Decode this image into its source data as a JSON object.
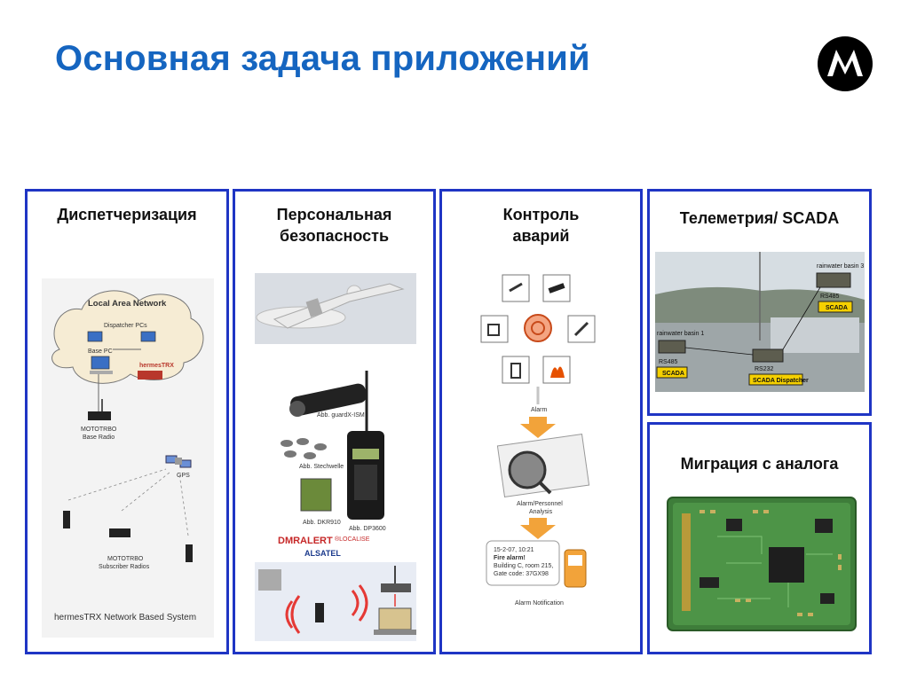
{
  "slide": {
    "title": "Основная задача приложений",
    "logo": "motorola-logo"
  },
  "panels": {
    "dispatch": {
      "title": "Диспетчеризация",
      "diagram": {
        "cloud_label": "Local Area Network",
        "dispatcher_pcs": "Dispatcher PCs",
        "base_pc": "Base PC",
        "hermes_box": "hermesTRX",
        "base_radio_1": "MOTOTRBO",
        "base_radio_2": "Base Radio",
        "gps": "GPS",
        "subscriber_1": "MOTOTRBO",
        "subscriber_2": "Subscriber Radios",
        "footer": "hermesTRX Network Based System"
      }
    },
    "safety": {
      "title_line1": "Персональная",
      "title_line2": "безопасность",
      "labels": {
        "guard": "Abb. guardX-ISM",
        "stechwelle": "Abb. Stechwelle",
        "dkr": "Abb. DKR910",
        "dp": "Abb. DP3600",
        "dmralert": "DMRALERT",
        "localise": "®LOCALISE",
        "alsatel": "ALSATEL"
      }
    },
    "alarm": {
      "title_line1": "Контроль",
      "title_line2": "аварий",
      "labels": {
        "alarm": "Alarm",
        "analysis_1": "Alarm/Personnel",
        "analysis_2": "Analysis",
        "notification": "Alarm Notification",
        "msg_1": "15-2-07, 10:21",
        "msg_2": "Fire alarm!",
        "msg_3": "Building C, room 215,",
        "msg_4": "Gate code: 37GX98"
      }
    },
    "telemetry": {
      "title": "Телеметрия/ SCADA",
      "labels": {
        "basin3": "rainwater basin 3",
        "basin1": "rainwater basin 1",
        "rs485_a": "RS485",
        "rs485_b": "RS485",
        "rs232": "RS232",
        "scada_a": "SCADA",
        "scada_b": "SCADA",
        "dispatcher": "SCADA Dispatcher"
      }
    },
    "migration": {
      "title": "Миграция с аналога"
    }
  }
}
